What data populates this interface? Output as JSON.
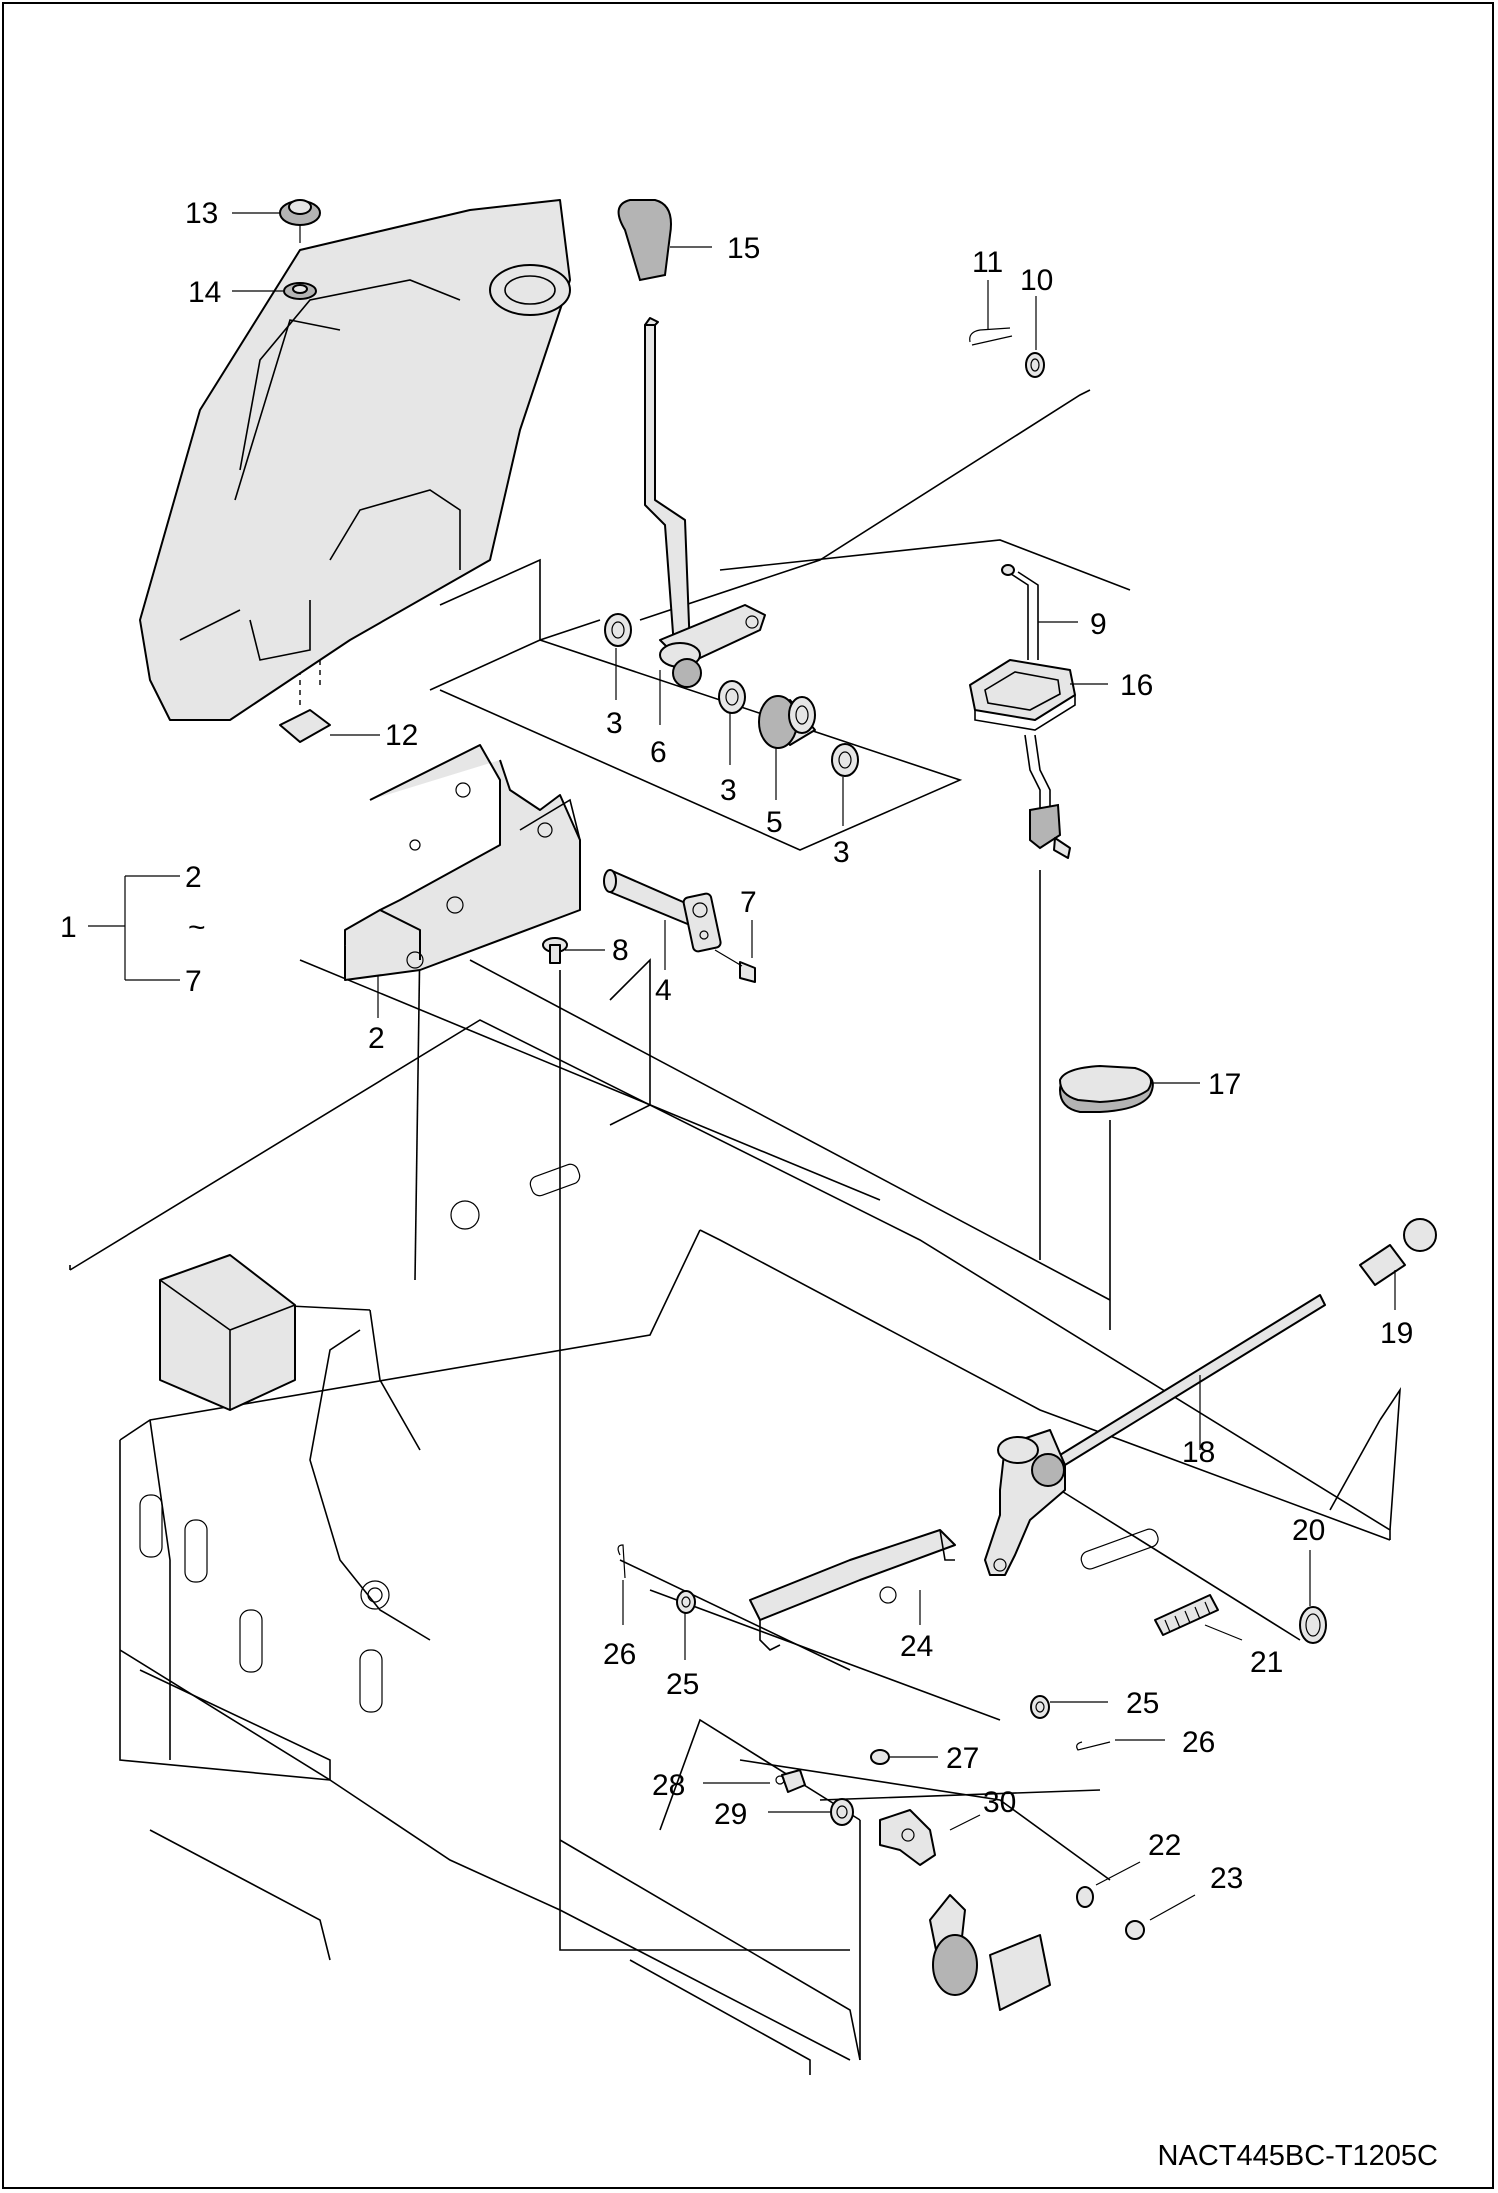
{
  "drawing_code": "NACT445BC-T1205C",
  "callouts": [
    {
      "key": "c13",
      "text": "13"
    },
    {
      "key": "c14",
      "text": "14"
    },
    {
      "key": "c15",
      "text": "15"
    },
    {
      "key": "c11",
      "text": "11"
    },
    {
      "key": "c10",
      "text": "10"
    },
    {
      "key": "c9",
      "text": "9"
    },
    {
      "key": "c16",
      "text": "16"
    },
    {
      "key": "c12",
      "text": "12"
    },
    {
      "key": "c3a",
      "text": "3"
    },
    {
      "key": "c6",
      "text": "6"
    },
    {
      "key": "c3b",
      "text": "3"
    },
    {
      "key": "c5",
      "text": "5"
    },
    {
      "key": "c3c",
      "text": "3"
    },
    {
      "key": "c7",
      "text": "7"
    },
    {
      "key": "c8",
      "text": "8"
    },
    {
      "key": "c4",
      "text": "4"
    },
    {
      "key": "c2",
      "text": "2"
    },
    {
      "key": "c17",
      "text": "17"
    },
    {
      "key": "c19",
      "text": "19"
    },
    {
      "key": "c18",
      "text": "18"
    },
    {
      "key": "c20",
      "text": "20"
    },
    {
      "key": "c21",
      "text": "21"
    },
    {
      "key": "c24",
      "text": "24"
    },
    {
      "key": "c26a",
      "text": "26"
    },
    {
      "key": "c25a",
      "text": "25"
    },
    {
      "key": "c25b",
      "text": "25"
    },
    {
      "key": "c26b",
      "text": "26"
    },
    {
      "key": "c27",
      "text": "27"
    },
    {
      "key": "c28",
      "text": "28"
    },
    {
      "key": "c29",
      "text": "29"
    },
    {
      "key": "c30",
      "text": "30"
    },
    {
      "key": "c22",
      "text": "22"
    },
    {
      "key": "c23",
      "text": "23"
    }
  ],
  "assembly_group": {
    "label": "1",
    "from": "2",
    "tilde": "~",
    "to": "7"
  }
}
